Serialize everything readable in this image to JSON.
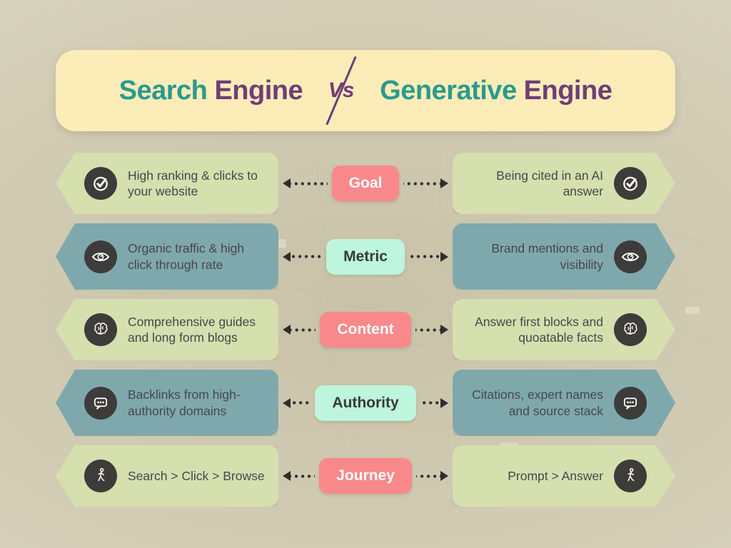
{
  "header": {
    "search": "Search",
    "engine_left": "Engine",
    "vs": "Vs",
    "generative": "Generative",
    "engine_right": "Engine"
  },
  "rows": [
    {
      "label": "Goal",
      "badge_style": "salmon",
      "icon": "check-circle",
      "left": "High ranking & clicks to your website",
      "right": "Being cited in an AI answer"
    },
    {
      "label": "Metric",
      "badge_style": "mint",
      "icon": "eye",
      "left": "Organic traffic & high click through rate",
      "right": "Brand mentions and visibility"
    },
    {
      "label": "Content",
      "badge_style": "salmon",
      "icon": "brain",
      "left": "Comprehensive guides and long form blogs",
      "right": "Answer first blocks and quoatable facts"
    },
    {
      "label": "Authority",
      "badge_style": "mint",
      "icon": "chat-dots",
      "left": "Backlinks from high-authority domains",
      "right": "Citations, expert names and source stack"
    },
    {
      "label": "Journey",
      "badge_style": "salmon",
      "icon": "walking-person",
      "left": "Search > Click > Browse",
      "right": "Prompt > Answer"
    }
  ],
  "colors": {
    "page_bg_center": "#c9c2a8",
    "page_bg_edge": "#dedbcb",
    "header_bg": "#fcecb8",
    "teal_text": "#2a9a8d",
    "purple_text": "#6f3d76",
    "green_box": "#d6dfae",
    "teal_box": "#7fa8ad",
    "icon_circle": "#3d3c3a",
    "box_text": "#45474c",
    "salmon_badge": "#f9898b",
    "mint_badge": "#bdf6dc",
    "badge_dark_text": "#343a37",
    "arrow_color": "#2e2e2e"
  }
}
